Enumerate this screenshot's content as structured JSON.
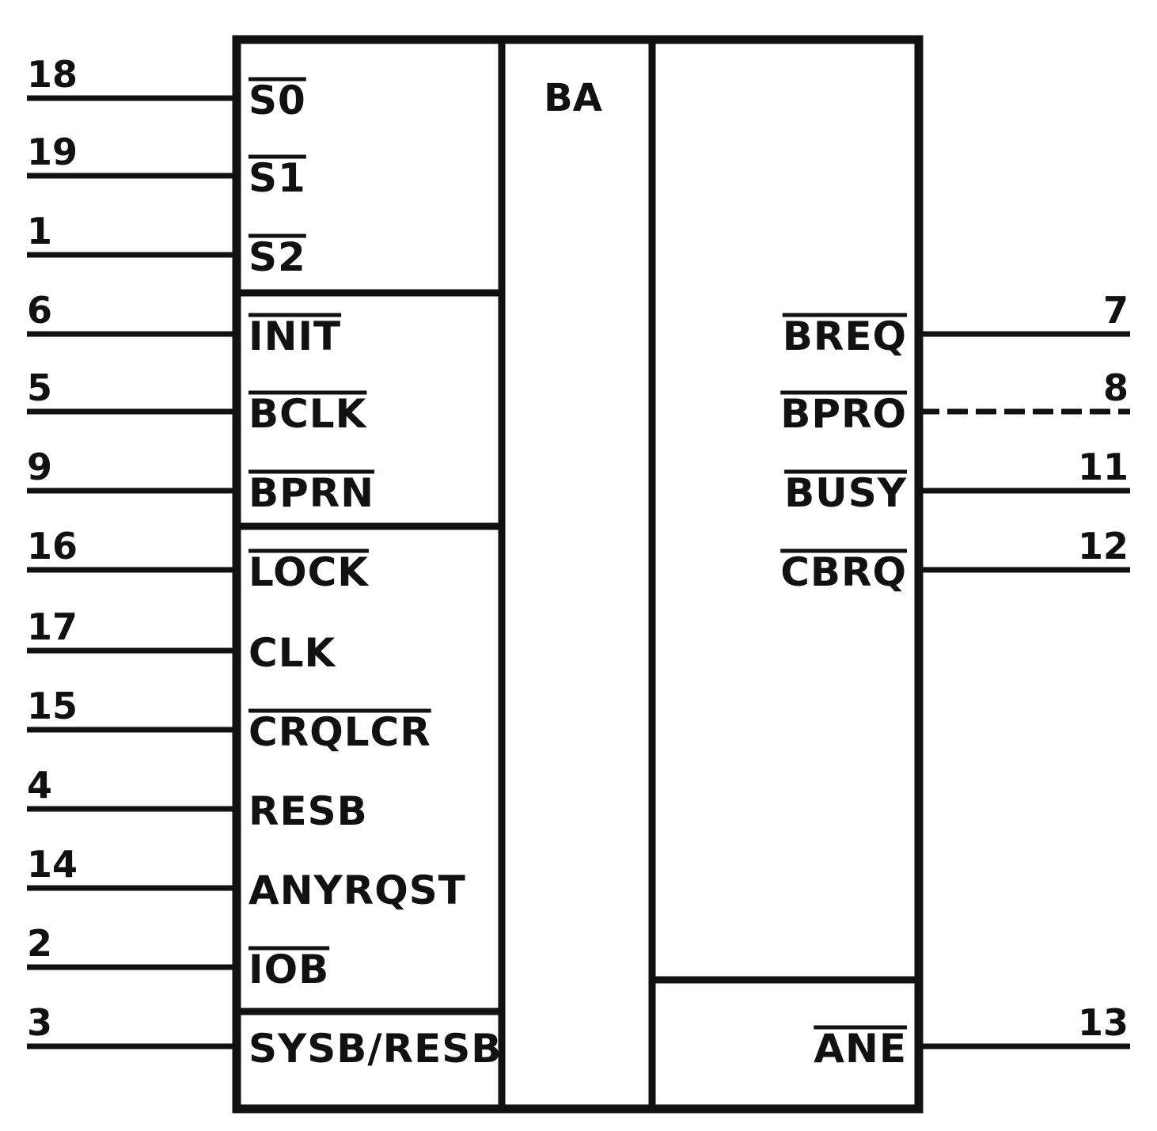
{
  "chip": {
    "title": "BA"
  },
  "left_pins": [
    {
      "number": "18",
      "label": "S0",
      "active_low": true
    },
    {
      "number": "19",
      "label": "S1",
      "active_low": true
    },
    {
      "number": "1",
      "label": "S2",
      "active_low": true
    },
    {
      "number": "6",
      "label": "INIT",
      "active_low": true
    },
    {
      "number": "5",
      "label": "BCLK",
      "active_low": true
    },
    {
      "number": "9",
      "label": "BPRN",
      "active_low": true
    },
    {
      "number": "16",
      "label": "LOCK",
      "active_low": true
    },
    {
      "number": "17",
      "label": "CLK",
      "active_low": false
    },
    {
      "number": "15",
      "label": "CRQLCR",
      "active_low": true
    },
    {
      "number": "4",
      "label": "RESB",
      "active_low": false
    },
    {
      "number": "14",
      "label": "ANYRQST",
      "active_low": false
    },
    {
      "number": "2",
      "label": "IOB",
      "active_low": true
    },
    {
      "number": "3",
      "label": "SYSB/RESB",
      "active_low": false
    }
  ],
  "right_pins": [
    {
      "number": "7",
      "label": "BREQ",
      "active_low": true
    },
    {
      "number": "8",
      "label": "BPRO",
      "active_low": true
    },
    {
      "number": "11",
      "label": "BUSY",
      "active_low": true
    },
    {
      "number": "12",
      "label": "CBRQ",
      "active_low": true
    },
    {
      "number": "13",
      "label": "ANE",
      "active_low": true
    }
  ],
  "colors": {
    "ink": "#111111",
    "paper": "#ffffff"
  }
}
